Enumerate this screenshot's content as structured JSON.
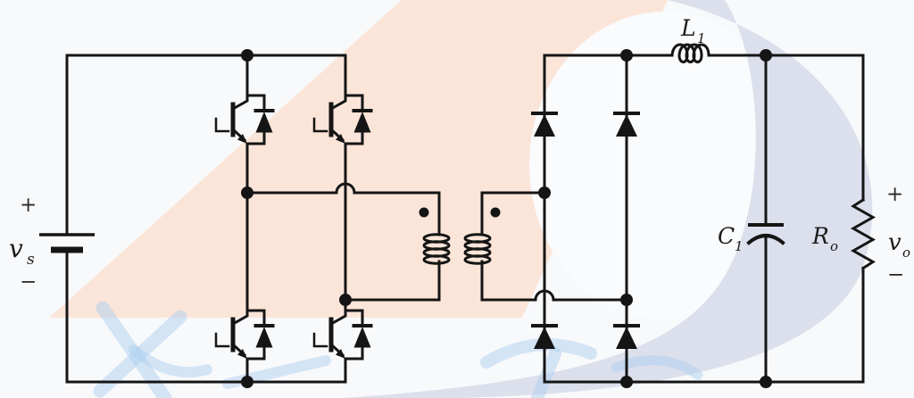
{
  "colors": {
    "wire": "#151515",
    "background": "#f8f9fb",
    "watermark_peach": "#fbe5d9",
    "watermark_lavender": "#dcdfec",
    "watermark_blue": "#aecff0"
  },
  "labels": {
    "source": {
      "plus": "+",
      "v": "v",
      "sub": "s",
      "minus": "−"
    },
    "inductor": {
      "base": "L",
      "sub": "1"
    },
    "capacitor": {
      "base": "C",
      "sub": "1"
    },
    "resistor": {
      "base": "R",
      "sub": "o"
    },
    "output": {
      "plus": "+",
      "v": "v",
      "sub": "o",
      "minus": "−"
    }
  },
  "components": [
    "dc-voltage-source-battery",
    "igbt-switch-top-left",
    "igbt-switch-top-right",
    "igbt-switch-bottom-left",
    "igbt-switch-bottom-right",
    "isolation-transformer-with-polarity-dots",
    "rectifier-diode-top-left",
    "rectifier-diode-top-right",
    "rectifier-diode-bottom-left",
    "rectifier-diode-bottom-right",
    "filter-inductor-L1",
    "filter-capacitor-C1",
    "load-resistor-Ro"
  ]
}
